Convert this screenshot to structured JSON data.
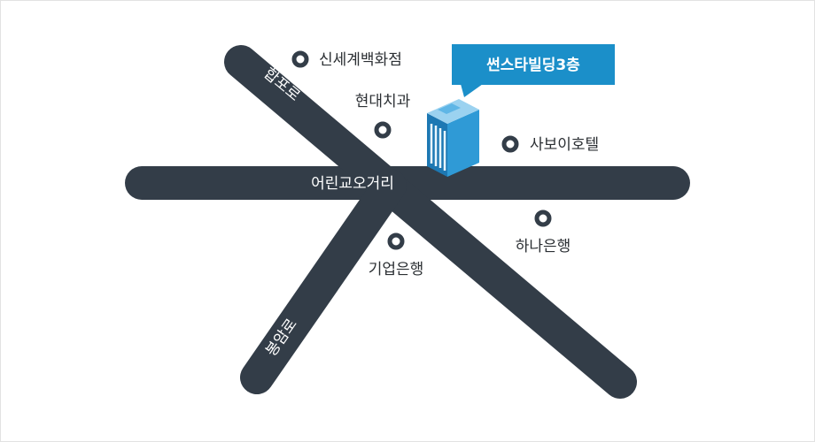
{
  "roads": {
    "horizontal": "어린교오거리",
    "diagonal_upper": "합포로",
    "diagonal_lower": "봉암로"
  },
  "pois": {
    "shinsegae": "신세계백화점",
    "hyundai": "현대치과",
    "savoy": "사보이호텔",
    "hana": "하나은행",
    "ibk": "기업은행"
  },
  "destination": {
    "label": "썬스타빌딩3층"
  },
  "colors": {
    "road": "#333d48",
    "callout": "#1b8fc9",
    "building": "#2f9ad6"
  }
}
